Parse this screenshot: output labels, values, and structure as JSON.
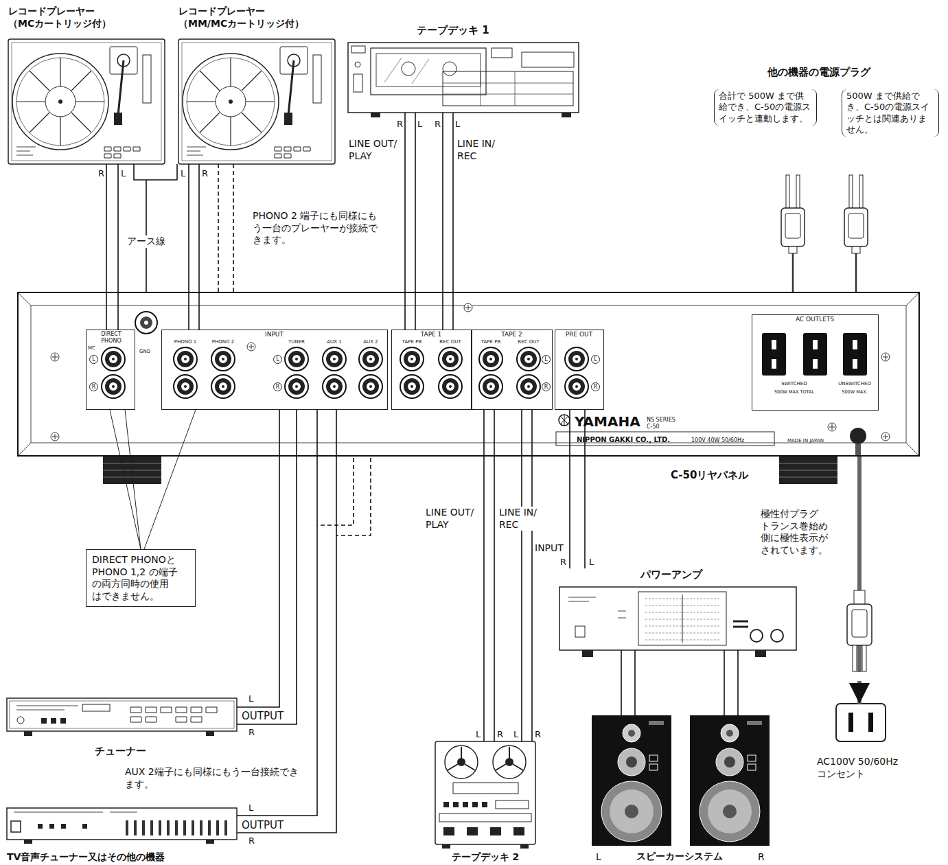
{
  "diagram": {
    "nodes": [
      {
        "text": [
          "レコードプレーヤー （MCカートリッジ付）"
        ]
      },
      {
        "text": [
          "レコードプレーヤー （MM/MCカートリッジ付）"
        ]
      },
      {
        "text": [
          "テープデッキ 1"
        ]
      },
      {
        "text": [
          "C-50リヤパネル",
          "YAMAHA",
          "NS SERIES C-50",
          "NIPPON GAKKI CO., LTD.",
          "100V 40W 50/60Hz",
          "MADE IN JAPAN"
        ]
      },
      {
        "text": [
          "DIRECT PHONO"
        ],
        "in": 3
      },
      {
        "text": [
          "INPUT"
        ],
        "in": 3
      },
      {
        "text": [
          "TAPE 1"
        ],
        "in": 3
      },
      {
        "text": [
          "TAPE 2"
        ],
        "in": 3
      },
      {
        "text": [
          "PRE OUT"
        ],
        "in": 3
      },
      {
        "text": [
          "AC OUTLETS"
        ],
        "in": 3
      },
      {
        "text": [
          "DIRECT PHONOと PHONO 1,2 の端子 の両方同時の使用 はできません。"
        ]
      },
      {
        "text": [
          "パワーアンプ"
        ]
      },
      {
        "text": [
          "チューナー"
        ]
      },
      {
        "text": [
          "AC100V 50/60Hz コンセント"
        ]
      },
      {
        "text": [
          "スピーカーシステム"
        ]
      },
      {
        "text": [
          "テープデッキ 2"
        ]
      },
      {
        "text": [
          "TV音声チューナー又はその他の機器"
        ]
      }
    ],
    "edges": [
      {
        "from": 0,
        "to": 4,
        "arrow": "none"
      },
      {
        "from": 1,
        "to": 5,
        "arrow": "none"
      },
      {
        "from": 2,
        "to": 6,
        "label": "LINE OUT/ PLAY",
        "arrow": "none"
      },
      {
        "from": 2,
        "to": 6,
        "label": "LINE IN/ REC",
        "arrow": "none"
      },
      {
        "from": 15,
        "to": 7,
        "label": "LINE OUT/ PLAY",
        "arrow": "none"
      },
      {
        "from": 15,
        "to": 7,
        "label": "LINE IN/ REC",
        "arrow": "none"
      },
      {
        "from": 12,
        "to": 5,
        "arrow": "none"
      },
      {
        "from": 16,
        "to": 5,
        "arrow": "none"
      },
      {
        "from": 8,
        "to": 11,
        "label": "INPUT",
        "arrow": "none"
      },
      {
        "from": 11,
        "to": 14,
        "arrow": "none"
      },
      {
        "from": 3,
        "to": 13,
        "arrow": "to"
      },
      {
        "from": 10,
        "to": 4,
        "arrow": "none"
      },
      {
        "from": 10,
        "to": 5,
        "arrow": "none"
      }
    ],
    "labels": [
      "R",
      "L",
      "L",
      "R",
      "アース線",
      "PHONO 2 端子にも同様にもう一台のプレーヤーが接続できます。",
      "R",
      "L",
      "R",
      "L",
      "他の機器の電源プラグ",
      "合計で 500W まで供給でき、C-50の電源スイッチと連動します。",
      "500W まで供給でき、C-50の電源スイッチとは関連ありません。",
      "MC",
      "L",
      "R",
      "GND",
      "PHONO 1",
      "PHONO 2",
      "TUNER",
      "AUX 1",
      "AUX 2",
      "L",
      "R",
      "TAPE PB",
      "REC OUT",
      "TAPE PB",
      "REC OUT",
      "L",
      "R",
      "L",
      "R",
      "SWITCHED",
      "UNSWITCHED",
      "500W MAX.TOTAL",
      "500W MAX.",
      "極性付プラグ トランス巻始め側に極性表示がされています。",
      "R",
      "L",
      "L",
      "OUTPUT",
      "R",
      "AUX 2端子にも同様にもう一台接続できます。",
      "L",
      "OUTPUT",
      "R",
      "L",
      "R",
      "L",
      "R",
      "L",
      "R"
    ]
  }
}
